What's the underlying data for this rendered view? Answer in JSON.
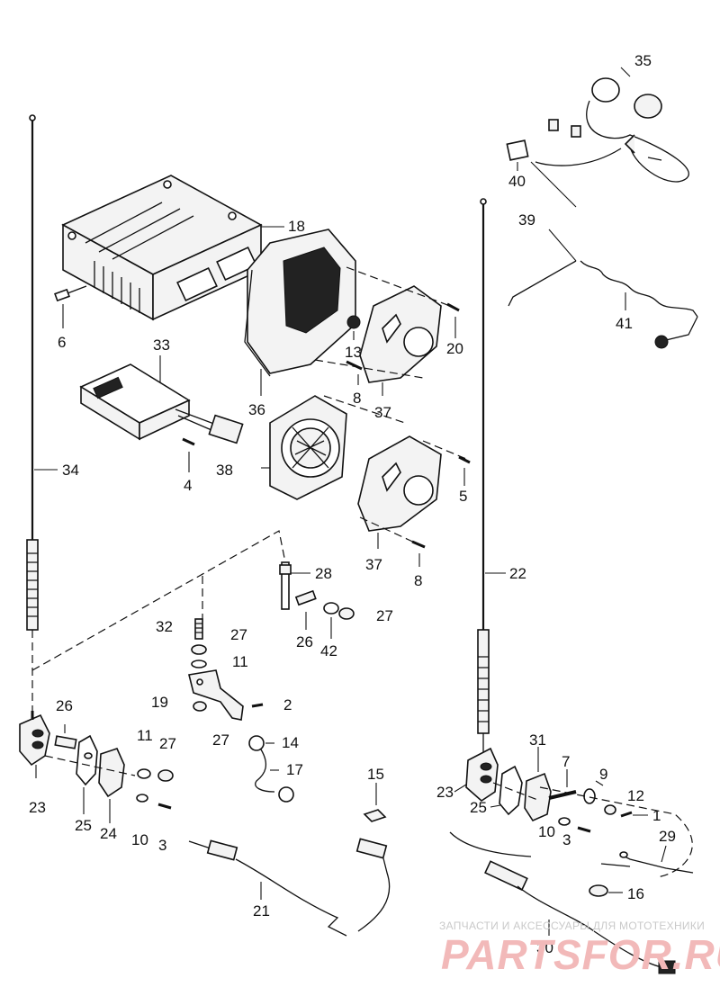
{
  "labels": {
    "l1": "1",
    "l2": "2",
    "l3a": "3",
    "l3b": "3",
    "l4": "4",
    "l5": "5",
    "l6": "6",
    "l7": "7",
    "l8a": "8",
    "l8b": "8",
    "l9": "9",
    "l10a": "10",
    "l10b": "10",
    "l11a": "11",
    "l11b": "11",
    "l12": "12",
    "l13": "13",
    "l14": "14",
    "l15": "15",
    "l16": "16",
    "l17": "17",
    "l18": "18",
    "l19": "19",
    "l20": "20",
    "l21": "21",
    "l22": "22",
    "l23a": "23",
    "l23b": "23",
    "l24": "24",
    "l25a": "25",
    "l25b": "25",
    "l26a": "26",
    "l26b": "26",
    "l27a": "27",
    "l27b": "27",
    "l27c": "27",
    "l27d": "27",
    "l28": "28",
    "l29": "29",
    "l30": "30",
    "l31": "31",
    "l32": "32",
    "l33": "33",
    "l34": "34",
    "l35": "35",
    "l36": "36",
    "l37a": "37",
    "l37b": "37",
    "l38": "38",
    "l39": "39",
    "l40": "40",
    "l41": "41",
    "l42": "42"
  },
  "watermark": {
    "tagline": "ЗАПЧАСТИ И АКСЕССУАРЫ ДЛЯ МОТОТЕХНИКИ",
    "brand": "PARTSFOR.RU"
  }
}
